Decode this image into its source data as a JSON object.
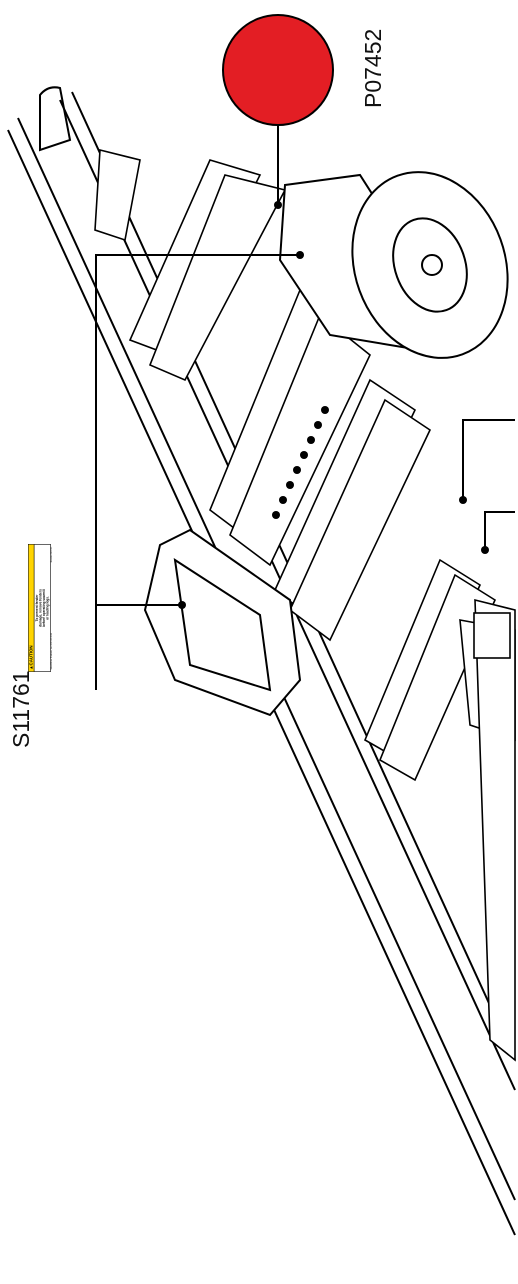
{
  "labels": {
    "part_code": "S11761",
    "figure_code": "P07452"
  },
  "decal": {
    "header": "CAUTION",
    "message_lines": [
      "To prevent fender",
      "damage, remove fenders",
      "before operating sawmill",
      "or loading logs."
    ],
    "maker": "Wood-Mizer Products, Inc.",
    "phone": "800-525-8100",
    "reorder": "Reorder #S11761"
  },
  "colors": {
    "callout_dot": "#e31e24",
    "decal_yellow": "#ffd400",
    "line": "#000000"
  }
}
